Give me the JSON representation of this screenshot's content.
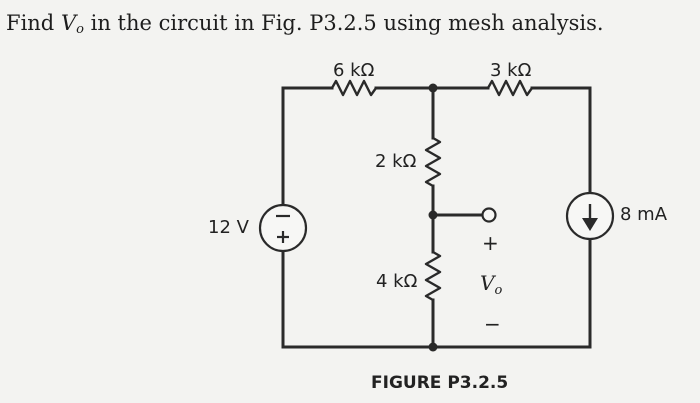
{
  "problem": {
    "prefix": "Find ",
    "var_main": "V",
    "var_sub": "o",
    "suffix": " in the circuit in Fig. P3.2.5 using mesh analysis."
  },
  "figure": {
    "r_top_left": "6 kΩ",
    "r_top_right": "3 kΩ",
    "r_mid_upper": "2 kΩ",
    "r_mid_lower": "4 kΩ",
    "voltage_source": "12 V",
    "current_source": "8 mA",
    "output_var_main": "V",
    "output_var_sub": "o",
    "output_plus": "+",
    "output_minus": "−",
    "caption": "FIGURE P3.2.5"
  }
}
